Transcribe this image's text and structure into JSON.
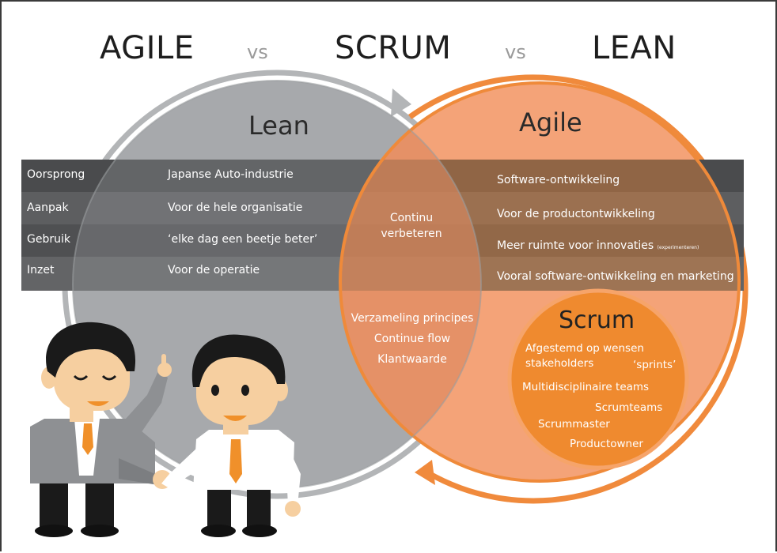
{
  "header": {
    "title_agile": "AGILE",
    "vs_1": "vs",
    "title_scrum": "SCRUM",
    "vs_2": "vs",
    "title_lean": "LEAN"
  },
  "circles": {
    "lean_title": "Lean",
    "agile_title": "Agile",
    "scrum_title": "Scrum"
  },
  "table": {
    "rows": [
      {
        "label": "Oorsprong",
        "lean": "Japanse Auto-industrie",
        "agile": "Software-ontwikkeling"
      },
      {
        "label": "Aanpak",
        "lean": "Voor de hele organisatie",
        "agile": "Voor de productontwikkeling"
      },
      {
        "label": "Gebruik",
        "lean": "‘elke dag een beetje beter’",
        "agile": "Meer ruimte voor innovaties",
        "agile_note": "(experimenteren)"
      },
      {
        "label": "Inzet",
        "lean": "Voor de operatie",
        "agile": "Vooral software-ontwikkeling en marketing"
      }
    ]
  },
  "overlap": {
    "line1": "Continu",
    "line2": "verbeteren",
    "principles": [
      "Verzameling principes",
      "Continue flow",
      "Klantwaarde"
    ]
  },
  "scrum": {
    "items": [
      "Afgestemd op wensen",
      "stakeholders",
      "‘sprints’",
      "Multidisciplinaire teams",
      "Scrumteams",
      "Scrummaster",
      "Productowner"
    ]
  },
  "colors": {
    "lean_circle": "#a7a9ac",
    "agile_circle": "#f4a378",
    "agile_ring": "#f08a3c",
    "scrum_circle": "#ef8a2f",
    "row_dark": "#4a4b4d",
    "row_mid": "#5d5e60",
    "tie": "#f0902a"
  }
}
